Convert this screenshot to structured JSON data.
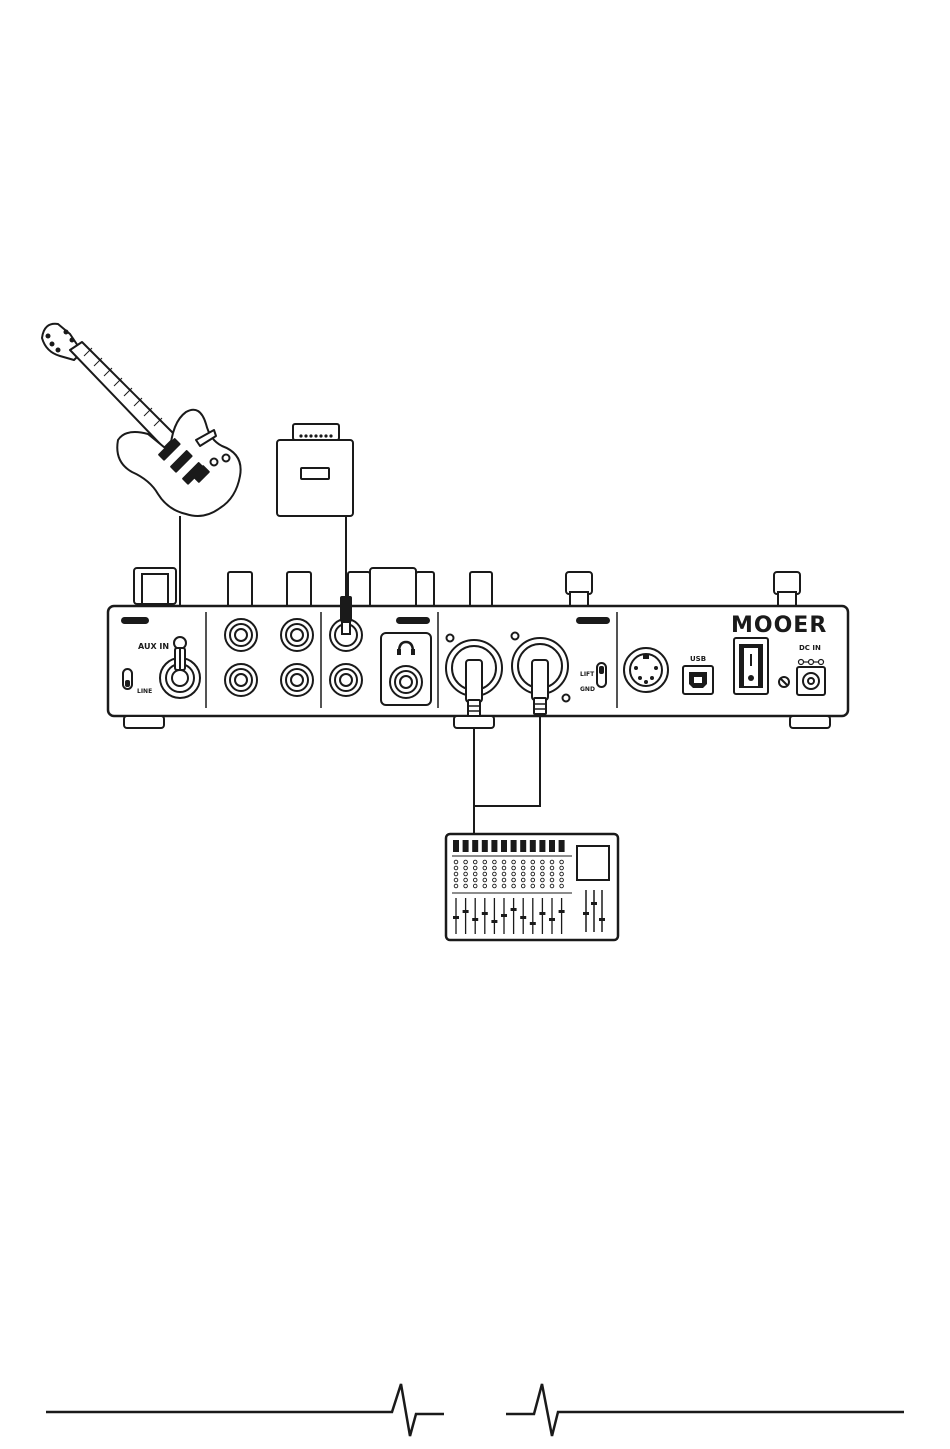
{
  "device": {
    "brand": "MOOER",
    "labels": {
      "aux_in": "AUX IN",
      "line": "LINE",
      "usb": "USB",
      "dc_in": "DC IN",
      "lift": "LIFT",
      "gnd": "GND"
    }
  },
  "diagram": {
    "nodes": [
      "guitar-icon",
      "amp-icon",
      "mixer-icon",
      "pedalboard"
    ],
    "connections": [
      {
        "from": "guitar-icon",
        "to": "aux-in-jack"
      },
      {
        "from": "amp-icon",
        "to": "output-jack"
      },
      {
        "from": "xlr-left",
        "to": "mixer-icon"
      },
      {
        "from": "xlr-right",
        "to": "mixer-icon"
      }
    ]
  },
  "colors": {
    "ink": "#1a1a1a",
    "paper": "#ffffff"
  }
}
